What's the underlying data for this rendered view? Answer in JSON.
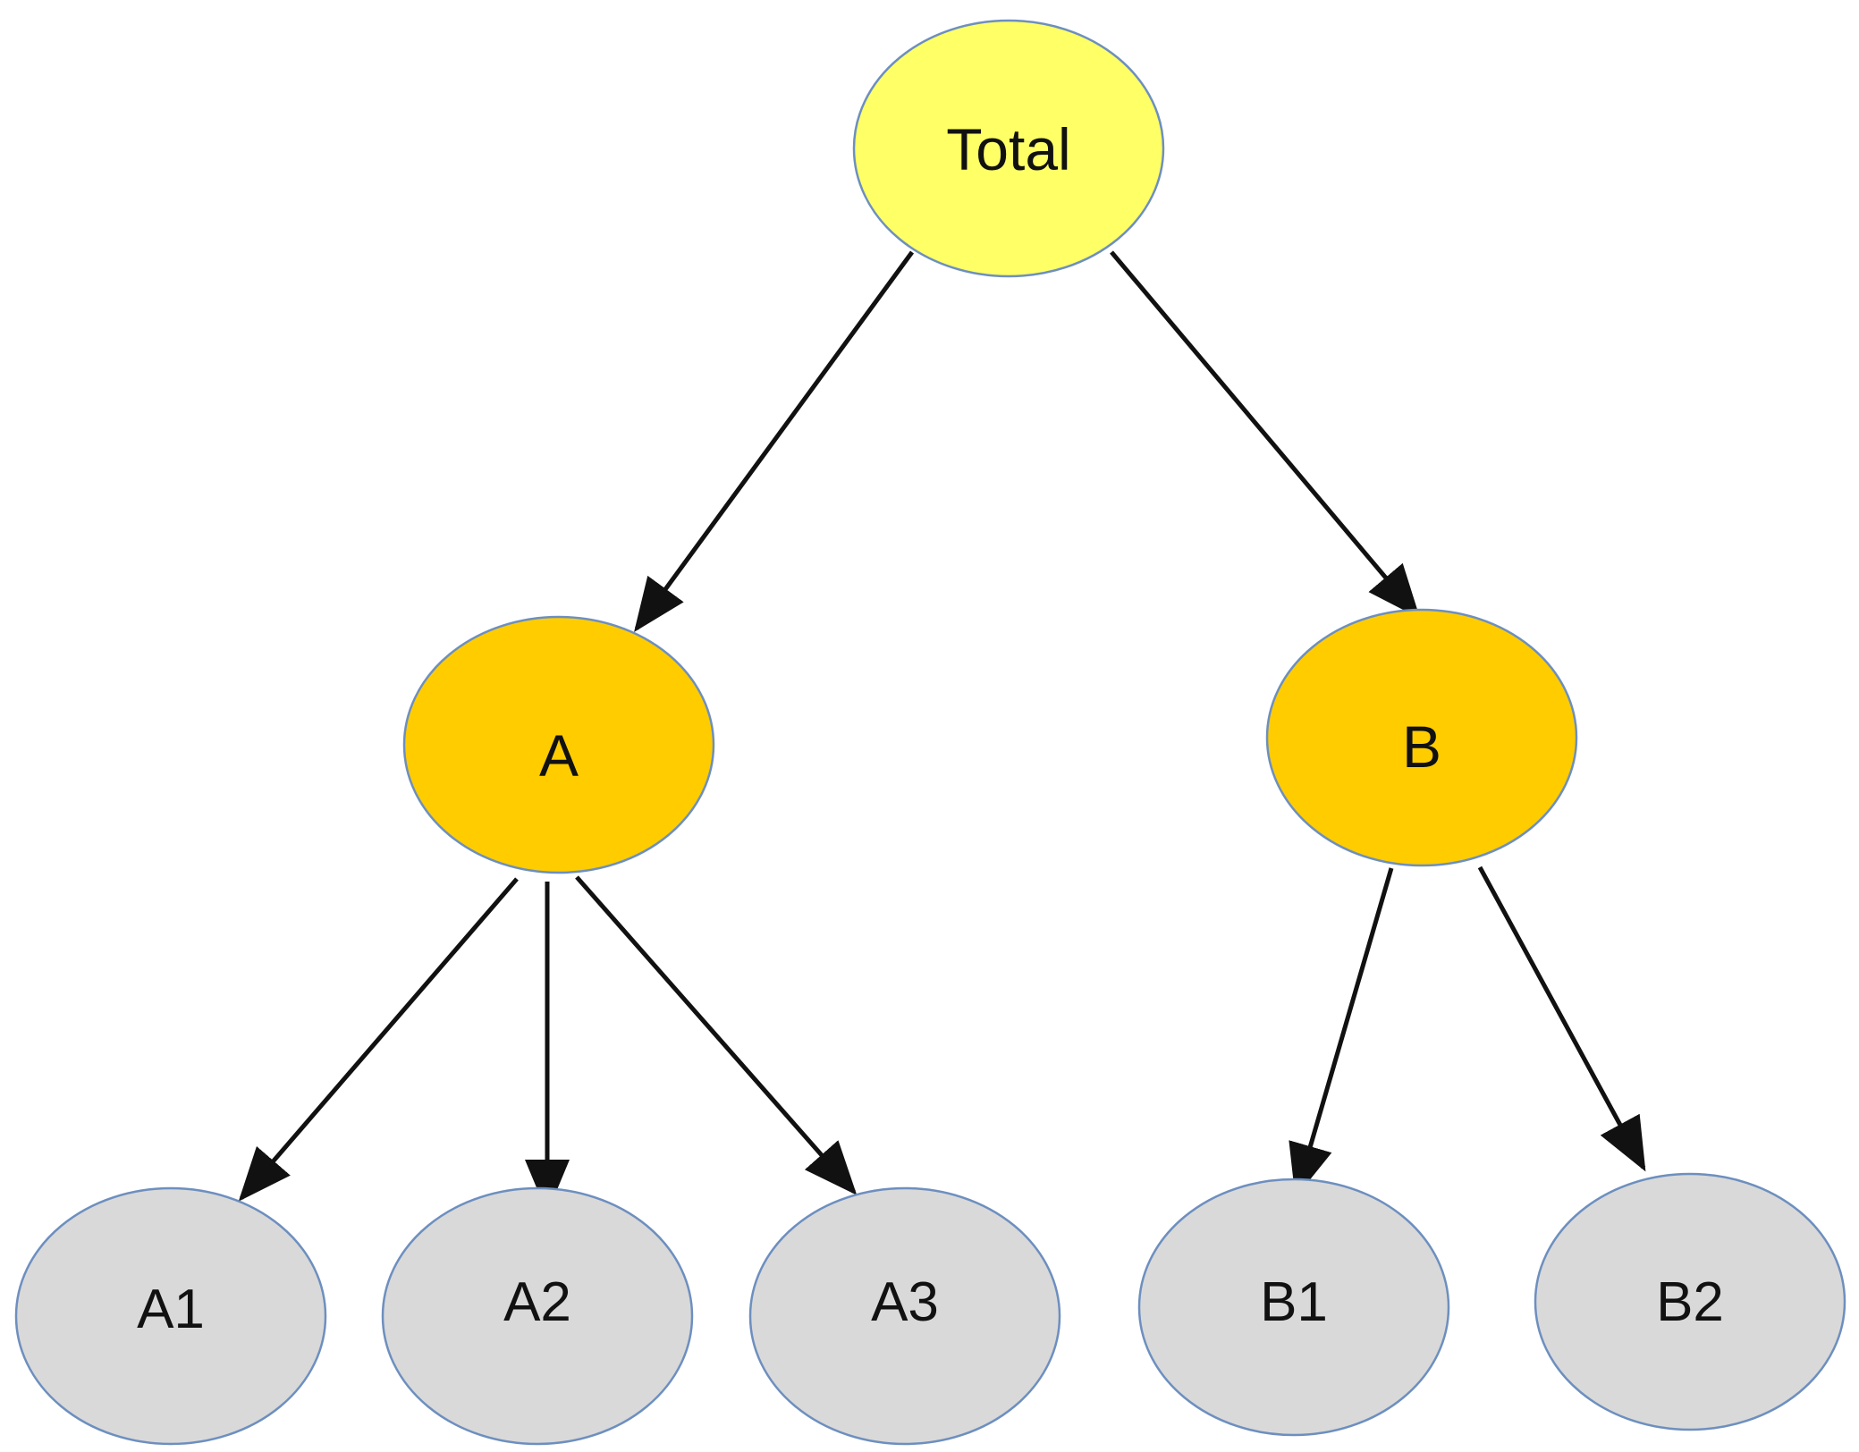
{
  "diagram": {
    "type": "tree",
    "colors": {
      "root": "#ffff66",
      "level1": "#ffcc00",
      "leaf": "#d9d9d9",
      "outline": "#6d8fbf",
      "edge": "#111111"
    },
    "nodes": [
      {
        "id": "total",
        "label": "Total",
        "level": "root"
      },
      {
        "id": "a",
        "label": "A",
        "level": "level1"
      },
      {
        "id": "b",
        "label": "B",
        "level": "level1"
      },
      {
        "id": "a1",
        "label": "A1",
        "level": "leaf"
      },
      {
        "id": "a2",
        "label": "A2",
        "level": "leaf"
      },
      {
        "id": "a3",
        "label": "A3",
        "level": "leaf"
      },
      {
        "id": "b1",
        "label": "B1",
        "level": "leaf"
      },
      {
        "id": "b2",
        "label": "B2",
        "level": "leaf"
      }
    ],
    "edges": [
      {
        "from": "total",
        "to": "a"
      },
      {
        "from": "total",
        "to": "b"
      },
      {
        "from": "a",
        "to": "a1"
      },
      {
        "from": "a",
        "to": "a2"
      },
      {
        "from": "a",
        "to": "a3"
      },
      {
        "from": "b",
        "to": "b1"
      },
      {
        "from": "b",
        "to": "b2"
      }
    ]
  }
}
